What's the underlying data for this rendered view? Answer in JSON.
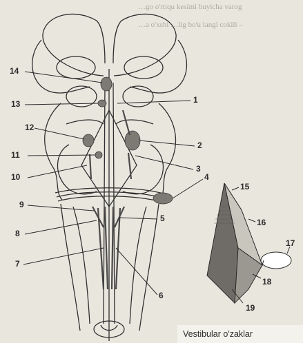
{
  "background_text": {
    "line1": "…go o'rtiqu kesimi buyicha varog",
    "line2": "…a o'xshi …lig bo'u langi cokili –"
  },
  "labels": {
    "n1": "1",
    "n2": "2",
    "n3": "3",
    "n4": "4",
    "n5": "5",
    "n6": "6",
    "n7": "7",
    "n8": "8",
    "n9": "9",
    "n10": "10",
    "n11": "11",
    "n12": "12",
    "n13": "13",
    "n14": "14",
    "n15": "15",
    "n16": "16",
    "n17": "17",
    "n18": "18",
    "n19": "19"
  },
  "caption": "Vestibular o'zaklar",
  "colors": {
    "paper": "#e9e6de",
    "ink": "#2a2a2a",
    "nucleus": "#7d7a74",
    "pyramid_dark": "#6f6c67",
    "pyramid_light": "#c9c6be"
  }
}
